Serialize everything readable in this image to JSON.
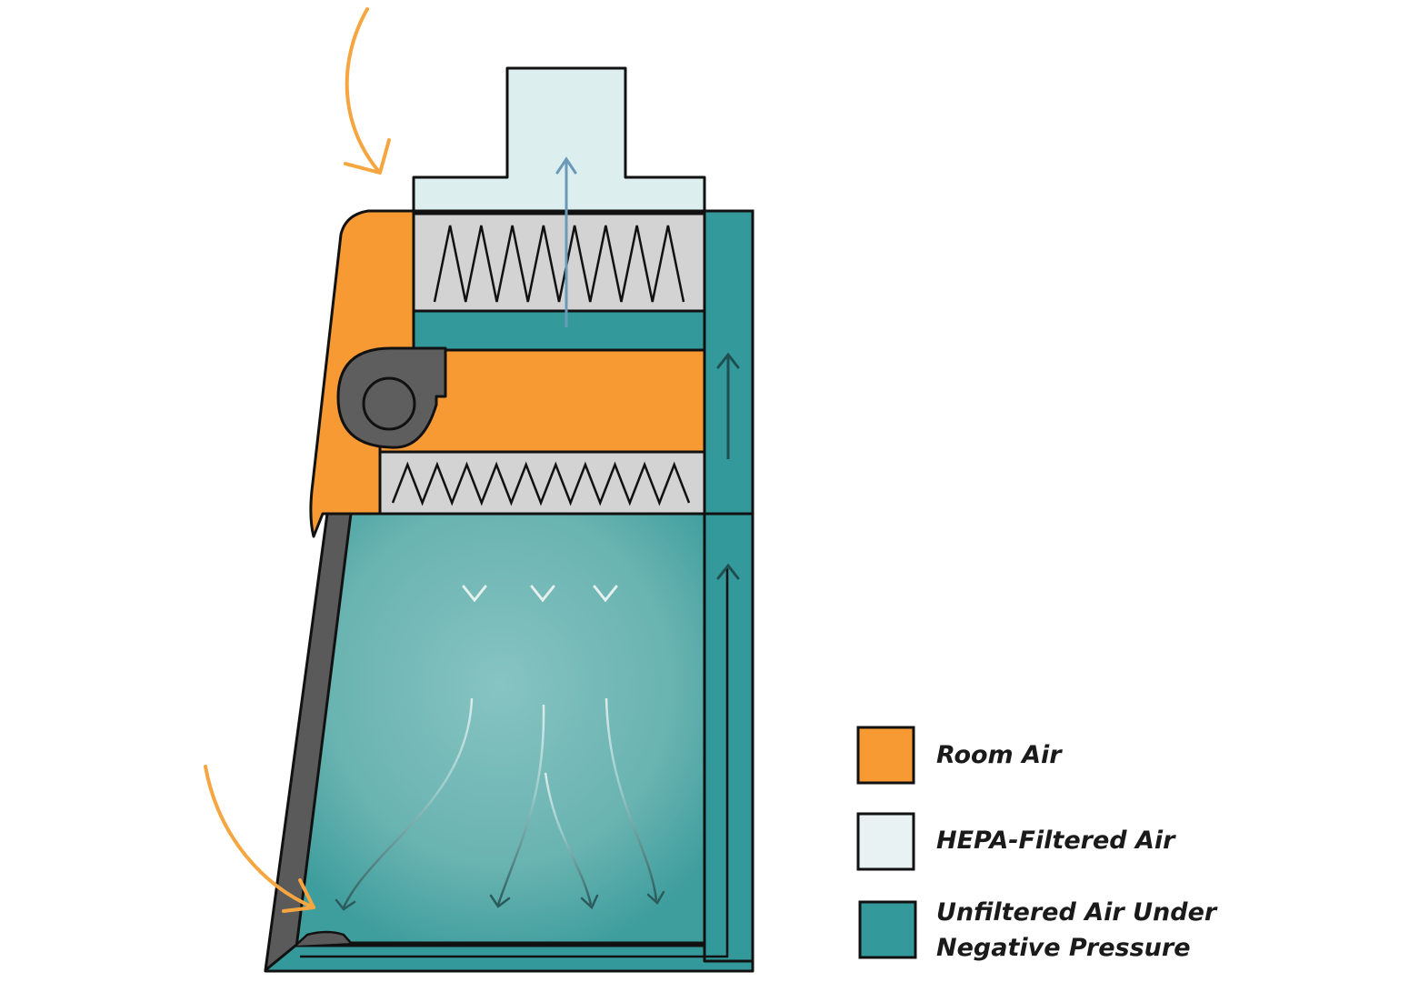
{
  "colors": {
    "room_air": "#F89A34",
    "hepa_filtered_air": "#DDEEEF",
    "unfiltered_air": "#34999A",
    "work_chamber": "#7BBDBC",
    "glass_sash": "#5A5A5A",
    "filter_media": "#D3D3D3",
    "room_air_arrow": "#F6A640",
    "exhaust_arrow": "#6B9AB8",
    "outline": "#111111"
  },
  "legend": {
    "items": [
      {
        "id": "room-air",
        "color": "#F89A34",
        "label": "Room Air"
      },
      {
        "id": "hepa-filtered-air",
        "color": "#E8F2F2",
        "label": "HEPA-Filtered Air"
      },
      {
        "id": "unfiltered-air",
        "color": "#34999A",
        "label_line1": "Unfiltered Air Under",
        "label_line2": "Negative Pressure"
      }
    ]
  }
}
